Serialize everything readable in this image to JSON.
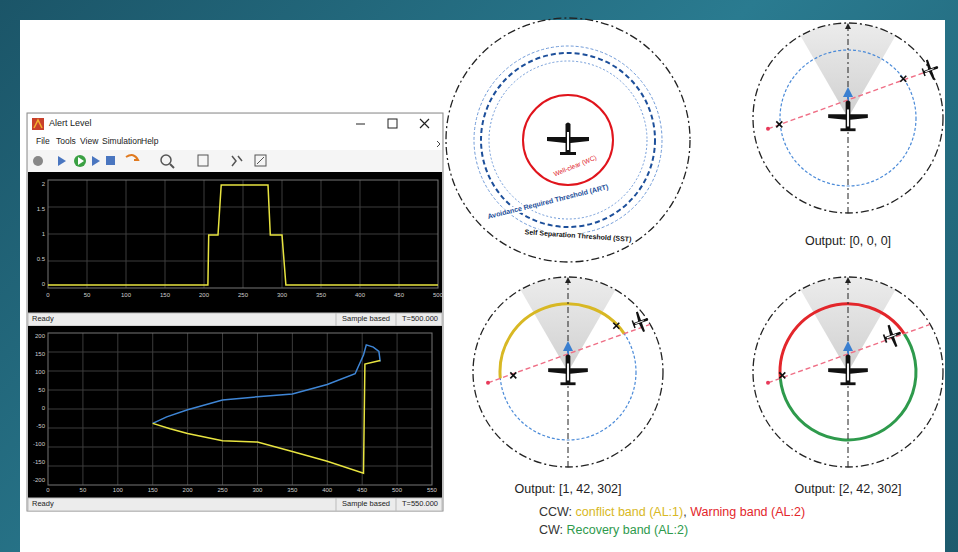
{
  "diagram": {
    "nodes": [
      {
        "text": [
          "Alert Level"
        ]
      }
    ],
    "labels": [
      "File",
      "Tools",
      "View",
      "Simulation",
      "Help",
      "2",
      "1.5",
      "1",
      "0.5",
      "0",
      "0",
      "50",
      "100",
      "150",
      "200",
      "250",
      "300",
      "350",
      "400",
      "450",
      "500",
      "Ready",
      "Sample based",
      "T=500.000",
      "200",
      "150",
      "100",
      "50",
      "0",
      "-50",
      "-100",
      "-150",
      "-200",
      "0",
      "50",
      "100",
      "150",
      "200",
      "250",
      "300",
      "350",
      "400",
      "450",
      "500",
      "550",
      "Ready",
      "Sample based",
      "T=550.000",
      "Well-clear (WC)",
      "Avoidance Required Threshold (ART)",
      "Self Separation Threshold (SST)",
      "Output: [0, 0, 0]",
      "Output: [1, 42, 302]",
      "Output: [2, 42, 302]",
      "CCW:",
      ",",
      "CW:"
    ],
    "legend": [
      {
        "text": "conflict band (AL:1)",
        "color": "#d8b824"
      },
      {
        "text": "Warning band (AL:2)",
        "color": "#e3262b"
      },
      {
        "text": "Recovery band (AL:2)",
        "color": "#2e9a4c"
      }
    ]
  }
}
